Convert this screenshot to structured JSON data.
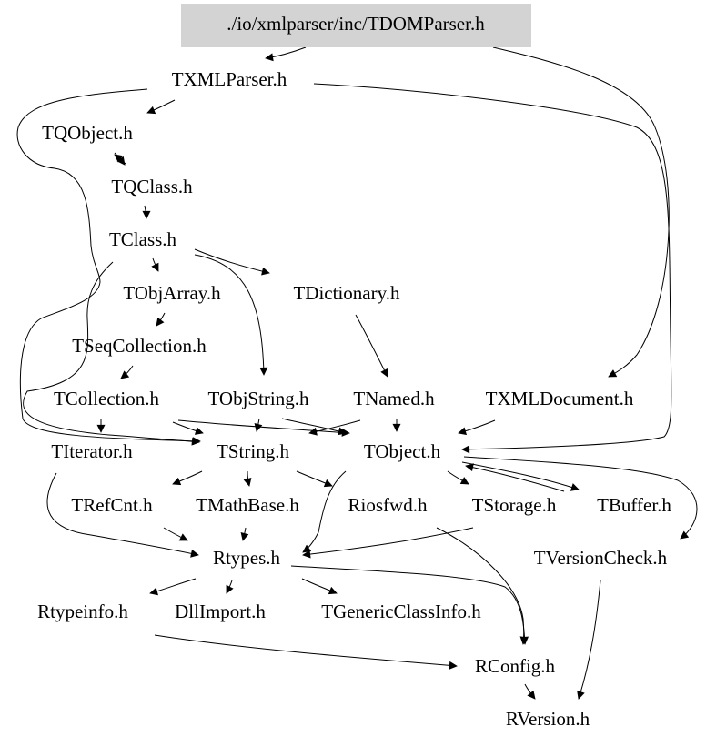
{
  "colors": {
    "root_fill": "#d3d3d3",
    "edge": "#000000",
    "background": "#ffffff"
  },
  "nodes": [
    {
      "id": "root",
      "label": "./io/xmlparser/inc/TDOMParser.h",
      "highlighted": true
    },
    {
      "id": "TXMLParser",
      "label": "TXMLParser.h"
    },
    {
      "id": "TQObject",
      "label": "TQObject.h"
    },
    {
      "id": "TQClass",
      "label": "TQClass.h"
    },
    {
      "id": "TClass",
      "label": "TClass.h"
    },
    {
      "id": "TObjArray",
      "label": "TObjArray.h"
    },
    {
      "id": "TDictionary",
      "label": "TDictionary.h"
    },
    {
      "id": "TSeqCollection",
      "label": "TSeqCollection.h"
    },
    {
      "id": "TCollection",
      "label": "TCollection.h"
    },
    {
      "id": "TObjString",
      "label": "TObjString.h"
    },
    {
      "id": "TNamed",
      "label": "TNamed.h"
    },
    {
      "id": "TXMLDocument",
      "label": "TXMLDocument.h"
    },
    {
      "id": "TIterator",
      "label": "TIterator.h"
    },
    {
      "id": "TString",
      "label": "TString.h"
    },
    {
      "id": "TObject",
      "label": "TObject.h"
    },
    {
      "id": "TRefCnt",
      "label": "TRefCnt.h"
    },
    {
      "id": "TMathBase",
      "label": "TMathBase.h"
    },
    {
      "id": "Riosfwd",
      "label": "Riosfwd.h"
    },
    {
      "id": "TStorage",
      "label": "TStorage.h"
    },
    {
      "id": "TBuffer",
      "label": "TBuffer.h"
    },
    {
      "id": "Rtypes",
      "label": "Rtypes.h"
    },
    {
      "id": "TVersionCheck",
      "label": "TVersionCheck.h"
    },
    {
      "id": "Rtypeinfo",
      "label": "Rtypeinfo.h"
    },
    {
      "id": "DllImport",
      "label": "DllImport.h"
    },
    {
      "id": "TGenericClassInfo",
      "label": "TGenericClassInfo.h"
    },
    {
      "id": "RConfig",
      "label": "RConfig.h"
    },
    {
      "id": "RVersion",
      "label": "RVersion.h"
    }
  ],
  "edges": [
    {
      "from": "root",
      "to": "TXMLParser"
    },
    {
      "from": "root",
      "to": "TXMLDocument"
    },
    {
      "from": "TXMLParser",
      "to": "TQObject"
    },
    {
      "from": "TXMLParser",
      "to": "TObject"
    },
    {
      "from": "TQObject",
      "to": "TQClass"
    },
    {
      "from": "TQObject",
      "to": "TString"
    },
    {
      "from": "TQClass",
      "to": "TQObject"
    },
    {
      "from": "TQClass",
      "to": "TClass"
    },
    {
      "from": "TClass",
      "to": "TObjArray"
    },
    {
      "from": "TClass",
      "to": "TDictionary"
    },
    {
      "from": "TClass",
      "to": "TObjString"
    },
    {
      "from": "TClass",
      "to": "TString"
    },
    {
      "from": "TObjArray",
      "to": "TSeqCollection"
    },
    {
      "from": "TDictionary",
      "to": "TNamed"
    },
    {
      "from": "TSeqCollection",
      "to": "TCollection"
    },
    {
      "from": "TCollection",
      "to": "TIterator"
    },
    {
      "from": "TCollection",
      "to": "TString"
    },
    {
      "from": "TCollection",
      "to": "TObject"
    },
    {
      "from": "TObjString",
      "to": "TString"
    },
    {
      "from": "TObjString",
      "to": "TObject"
    },
    {
      "from": "TNamed",
      "to": "TString"
    },
    {
      "from": "TNamed",
      "to": "TObject"
    },
    {
      "from": "TXMLDocument",
      "to": "TObject"
    },
    {
      "from": "TIterator",
      "to": "Rtypes"
    },
    {
      "from": "TString",
      "to": "TRefCnt"
    },
    {
      "from": "TString",
      "to": "TMathBase"
    },
    {
      "from": "TString",
      "to": "Riosfwd"
    },
    {
      "from": "TObject",
      "to": "Rtypes"
    },
    {
      "from": "TObject",
      "to": "TStorage"
    },
    {
      "from": "TObject",
      "to": "TBuffer"
    },
    {
      "from": "TObject",
      "to": "TVersionCheck"
    },
    {
      "from": "TRefCnt",
      "to": "Rtypes"
    },
    {
      "from": "TMathBase",
      "to": "Rtypes"
    },
    {
      "from": "Riosfwd",
      "to": "RConfig"
    },
    {
      "from": "TStorage",
      "to": "Rtypes"
    },
    {
      "from": "TBuffer",
      "to": "TObject"
    },
    {
      "from": "Rtypes",
      "to": "Rtypeinfo"
    },
    {
      "from": "Rtypes",
      "to": "DllImport"
    },
    {
      "from": "Rtypes",
      "to": "TGenericClassInfo"
    },
    {
      "from": "Rtypes",
      "to": "RConfig"
    },
    {
      "from": "Rtypeinfo",
      "to": "RConfig"
    },
    {
      "from": "RConfig",
      "to": "RVersion"
    },
    {
      "from": "TVersionCheck",
      "to": "RVersion"
    }
  ]
}
